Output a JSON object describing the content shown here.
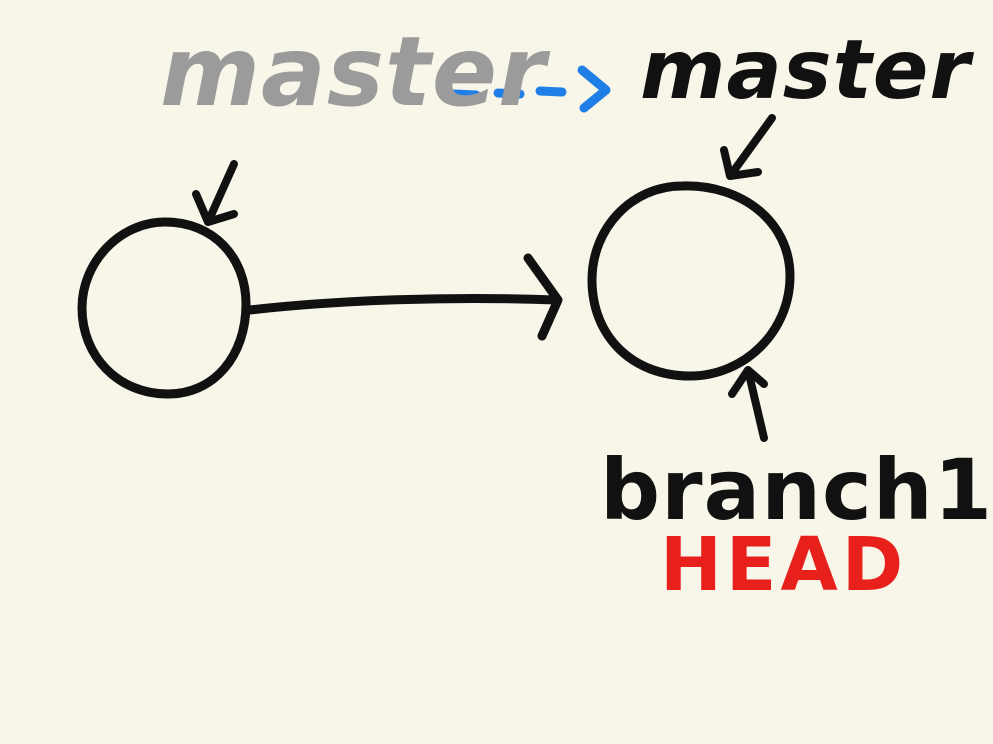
{
  "diagram": {
    "old_master_label": "master",
    "new_master_label": "master",
    "branch_label": "branch1",
    "head_label": "HEAD"
  },
  "colors": {
    "background": "#f8f5e9",
    "ink": "#111111",
    "old_ref": "#9b9b9b",
    "move_arrow": "#1f7fe6",
    "head": "#e8201c"
  }
}
